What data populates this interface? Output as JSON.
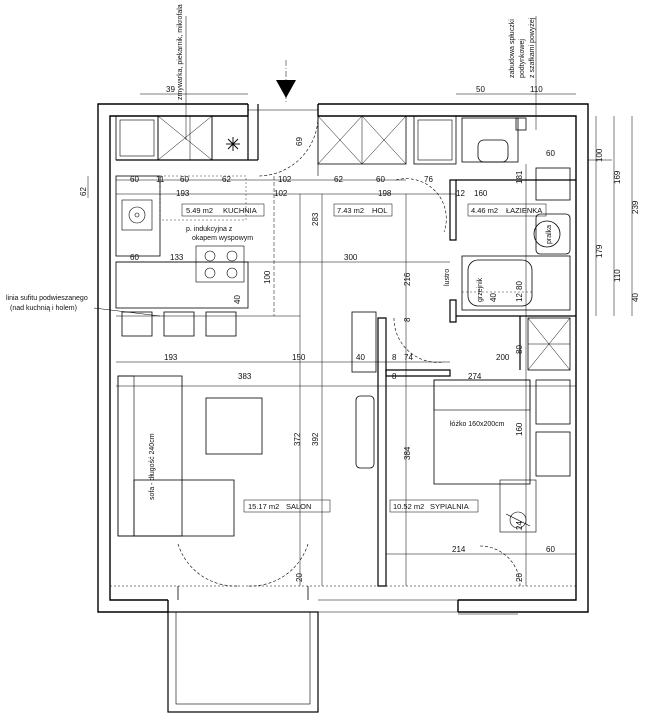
{
  "rooms": {
    "kitchen": {
      "area": "5.49 m2",
      "name": "KUCHNIA"
    },
    "hall": {
      "area": "7.43 m2",
      "name": "HOL"
    },
    "bathroom": {
      "area": "4.46 m2",
      "name": "ŁAZIENKA"
    },
    "living": {
      "area": "15.17 m2",
      "name": "SALON"
    },
    "bedroom": {
      "area": "10.52 m2",
      "name": "SYPIALNIA"
    }
  },
  "notes": {
    "appliances": "zmywarka, piekarnik, mikrofala",
    "cistern_l1": "zabudowa spłuczki",
    "cistern_l2": "podtynkowej",
    "cistern_l3": "z szafkami powyżej",
    "hob_l1": "p. indukcyjna z",
    "hob_l2": "okapem wyspowym",
    "ceiling_l1": "linia sufitu podwieszanego",
    "ceiling_l2": "(nad kuchnią i holem)",
    "sofa": "sofa - długość 240cm",
    "bed": "łóżko 160x200cm",
    "washer": "pralka",
    "mirror": "lustro",
    "radiator": "grzejnik"
  },
  "dims": {
    "d39": "39",
    "d50": "50",
    "d110": "110",
    "d69": "69",
    "d60": "60",
    "d11": "11",
    "d62": "62",
    "d102": "102",
    "d76": "76",
    "d193": "193",
    "d198": "198",
    "d12": "12",
    "d160": "160",
    "d133": "133",
    "d300": "300",
    "d283": "283",
    "d216": "216",
    "d100": "100",
    "d40": "40",
    "d181": "181",
    "d179": "179",
    "d169": "169",
    "d239": "239",
    "d80": "80",
    "d8": "8",
    "d150": "150",
    "d74": "74",
    "d200": "200",
    "d383": "383",
    "d274": "274",
    "d372": "372",
    "d392": "392",
    "d384": "384",
    "d20": "20",
    "d214": "214",
    "d24": "24"
  }
}
